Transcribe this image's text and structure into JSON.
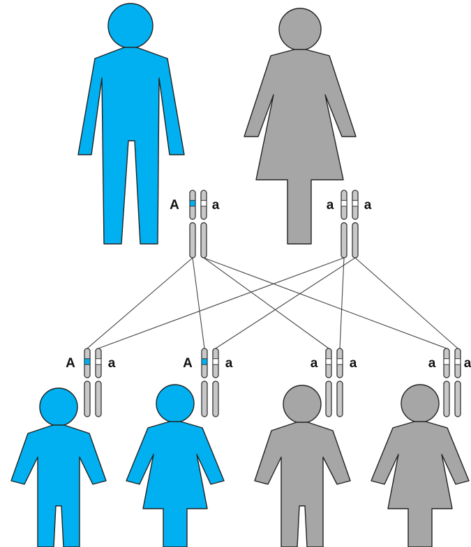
{
  "colors": {
    "affected": "#00b0f0",
    "unaffected": "#a6a6a6",
    "chromosome": "#c8c8c8",
    "dominant_band": "#00b0f0",
    "recessive_band": "#ffffff",
    "line": "#444444"
  },
  "parents": {
    "father": {
      "sex": "male",
      "status": "affected",
      "alleles": [
        "A",
        "a"
      ]
    },
    "mother": {
      "sex": "female",
      "status": "unaffected",
      "alleles": [
        "a",
        "a"
      ]
    }
  },
  "children": [
    {
      "sex": "male",
      "status": "affected",
      "alleles": [
        "A",
        "a"
      ]
    },
    {
      "sex": "female",
      "status": "affected",
      "alleles": [
        "A",
        "a"
      ]
    },
    {
      "sex": "male",
      "status": "unaffected",
      "alleles": [
        "a",
        "a"
      ]
    },
    {
      "sex": "female",
      "status": "unaffected",
      "alleles": [
        "a",
        "a"
      ]
    }
  ],
  "inheritance": [
    {
      "child": 0,
      "from_father_chromosome": 0,
      "from_mother_chromosome": 0
    },
    {
      "child": 1,
      "from_father_chromosome": 0,
      "from_mother_chromosome": 1
    },
    {
      "child": 2,
      "from_father_chromosome": 1,
      "from_mother_chromosome": 0
    },
    {
      "child": 3,
      "from_father_chromosome": 1,
      "from_mother_chromosome": 1
    }
  ]
}
